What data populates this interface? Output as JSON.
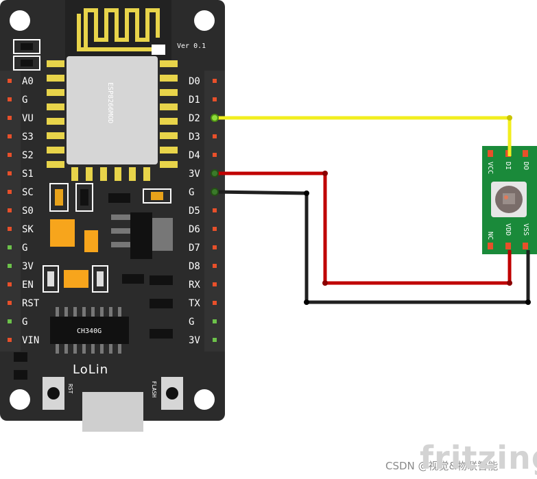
{
  "board": {
    "chip_label": "ESP8266MOD",
    "version": "Ver 0.1",
    "usb_chip": "CH340G",
    "brand": "LoLin",
    "rst_label": "RST",
    "flash_label": "FLASH",
    "left_pins": [
      "A0",
      "G",
      "VU",
      "S3",
      "S2",
      "S1",
      "SC",
      "S0",
      "SK",
      "G",
      "3V",
      "EN",
      "RST",
      "G",
      "VIN"
    ],
    "right_pins": [
      "D0",
      "D1",
      "D2",
      "D3",
      "D4",
      "3V",
      "G",
      "D5",
      "D6",
      "D7",
      "D8",
      "RX",
      "TX",
      "G",
      "3V"
    ]
  },
  "led_module": {
    "top_labels": [
      "VCC",
      "DI",
      "DO"
    ],
    "bottom_labels": [
      "NC",
      "VDD",
      "VSS"
    ]
  },
  "wires": [
    {
      "from": "D2",
      "to": "DI",
      "color": "#f2ee1f"
    },
    {
      "from": "3V",
      "to": "VDD",
      "color": "#c00000"
    },
    {
      "from": "G",
      "to": "VSS",
      "color": "#202020"
    }
  ],
  "watermark": "CSDN @视觉&物联智能",
  "logo": "fritzing"
}
